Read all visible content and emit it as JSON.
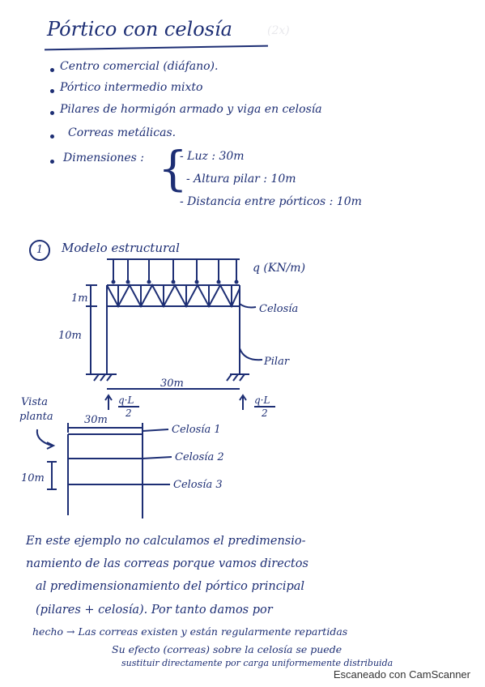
{
  "title": "Pórtico con celosía",
  "bullets": [
    "Centro comercial (diáfano).",
    "Pórtico intermedio mixto",
    "Pilares de hormigón armado y viga en celosía",
    "Correas metálicas."
  ],
  "dimensions": {
    "label": "Dimensiones :",
    "items": [
      "- Luz : 30m",
      "- Altura pilar : 10m",
      "- Distancia entre pórticos : 10m"
    ]
  },
  "section": {
    "number": "1",
    "title": "Modelo estructural"
  },
  "frame": {
    "load_label": "q (KN/m)",
    "truss_height": "1m",
    "column_height": "10m",
    "span": "30m",
    "truss_label": "Celosía",
    "column_label": "Pilar",
    "reaction_label_num": "q·L",
    "reaction_label_den": "2"
  },
  "plan": {
    "label_line1": "Vista",
    "label_line2": "planta",
    "width": "30m",
    "spacing": "10m",
    "trusses": [
      "Celosía 1",
      "Celosía 2",
      "Celosía 3"
    ]
  },
  "paragraph": [
    "En este ejemplo no calculamos el predimensio-",
    "namiento de las correas porque vamos directos",
    "al predimensionamiento del pórtico principal",
    "(pilares + celosía). Por tanto damos por",
    "hecho → Las correas existen y están regularmente repartidas",
    "Su efecto (correas) sobre la celosía se puede",
    "sustituir directamente por carga uniformemente distribuida"
  ],
  "footer": "Escaneado con CamScanner"
}
